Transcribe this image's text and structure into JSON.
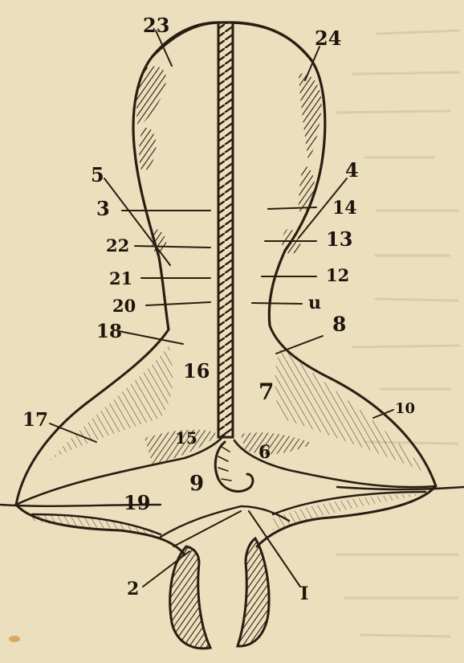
{
  "palette": {
    "paper": "#efe3c4",
    "paper_shadow": "#e6d7b3",
    "ink": "#2a1d12",
    "ghost_text": "#cdbd98"
  },
  "labels": [
    {
      "id": "23",
      "text": "23"
    },
    {
      "id": "24",
      "text": "24"
    },
    {
      "id": "5",
      "text": "5"
    },
    {
      "id": "4",
      "text": "4"
    },
    {
      "id": "3",
      "text": "3"
    },
    {
      "id": "14",
      "text": "14"
    },
    {
      "id": "22",
      "text": "22"
    },
    {
      "id": "13",
      "text": "13"
    },
    {
      "id": "21",
      "text": "21"
    },
    {
      "id": "12",
      "text": "12"
    },
    {
      "id": "20",
      "text": "20"
    },
    {
      "id": "11",
      "text": "u"
    },
    {
      "id": "18",
      "text": "18"
    },
    {
      "id": "8",
      "text": "8"
    },
    {
      "id": "16",
      "text": "16"
    },
    {
      "id": "7",
      "text": "7"
    },
    {
      "id": "17",
      "text": "17"
    },
    {
      "id": "10",
      "text": "10"
    },
    {
      "id": "15",
      "text": "15"
    },
    {
      "id": "6",
      "text": "6"
    },
    {
      "id": "9",
      "text": "9"
    },
    {
      "id": "19",
      "text": "19"
    },
    {
      "id": "2",
      "text": "2"
    },
    {
      "id": "1",
      "text": "I"
    }
  ]
}
